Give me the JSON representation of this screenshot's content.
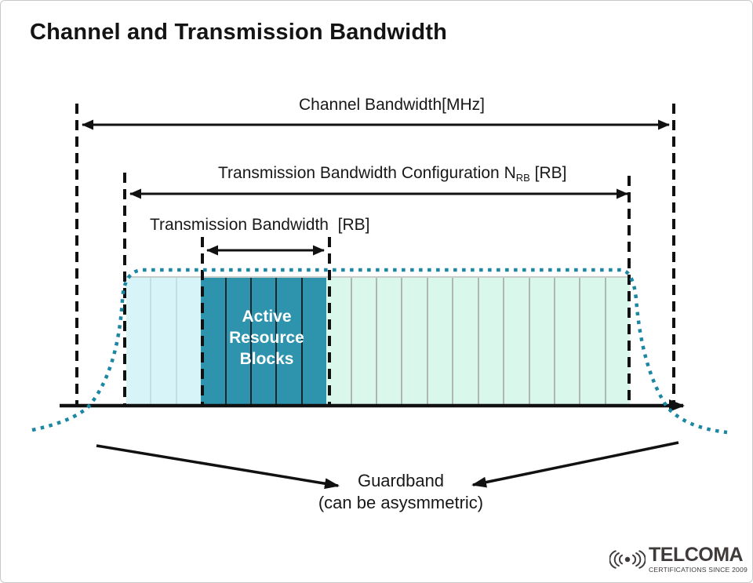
{
  "title": "Channel and Transmission Bandwidth",
  "annotations": {
    "channel_bandwidth": "Channel Bandwidth[MHz]",
    "config_prefix": "Transmission Bandwidth Configuration N",
    "config_subscript": "RB",
    "config_suffix": " [RB]",
    "transmission_bandwidth": "Transmission Bandwidth  [RB]",
    "active_blocks": "Active Resource Blocks",
    "guardband_title": "Guardband",
    "guardband_note": "(can be asysmmetric)"
  },
  "diagram": {
    "block_groups": [
      {
        "name": "inactive-left-resource-block",
        "count": 3,
        "fill": "#D7F5F8",
        "separator": "#c3dfe2"
      },
      {
        "name": "active-resource-block",
        "count": 5,
        "fill": "#2E93AD",
        "separator": "#16262c"
      },
      {
        "name": "inactive-right-resource-block",
        "count": 12,
        "fill": "#D9F7EA",
        "separator": "#afb7b2"
      }
    ],
    "colors": {
      "line_black": "#111111",
      "spectrum_curve_teal": "#1B87A3",
      "active_block_teal": "#2E93AD",
      "inactive_left_cyan": "#D7F5F8",
      "inactive_right_mint": "#D9F7EA"
    }
  },
  "logo": {
    "brand": "TELCOMA",
    "tagline": "CERTIFICATIONS SINCE 2009",
    "icon": "signal-waves-icon"
  }
}
